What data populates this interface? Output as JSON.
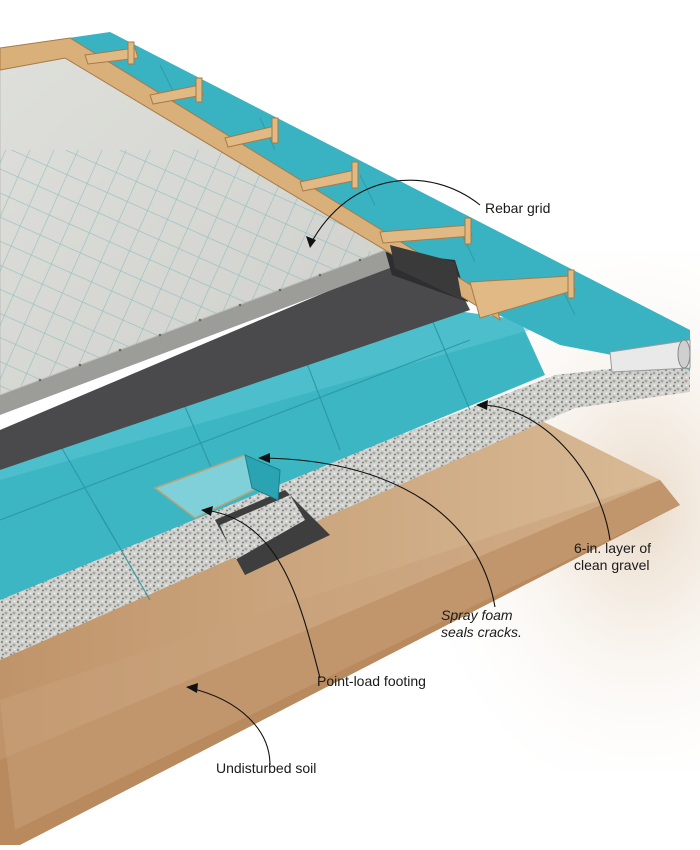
{
  "labels": {
    "rebar": "Rebar grid",
    "gravel_line1": "6-in. layer of",
    "gravel_line2": "clean gravel",
    "foam_line1": "Spray foam",
    "foam_line2": "seals cracks.",
    "footing": "Point-load footing",
    "soil": "Undisturbed soil"
  },
  "colors": {
    "concrete": "#d7d8d3",
    "foam_board": "#3fb9c6",
    "gravel": "#c9c9c7",
    "soil": "#c49a6c",
    "vapor_barrier": "#4b4b4d",
    "form_wood": "#d9b07a",
    "leader": "#111111"
  }
}
